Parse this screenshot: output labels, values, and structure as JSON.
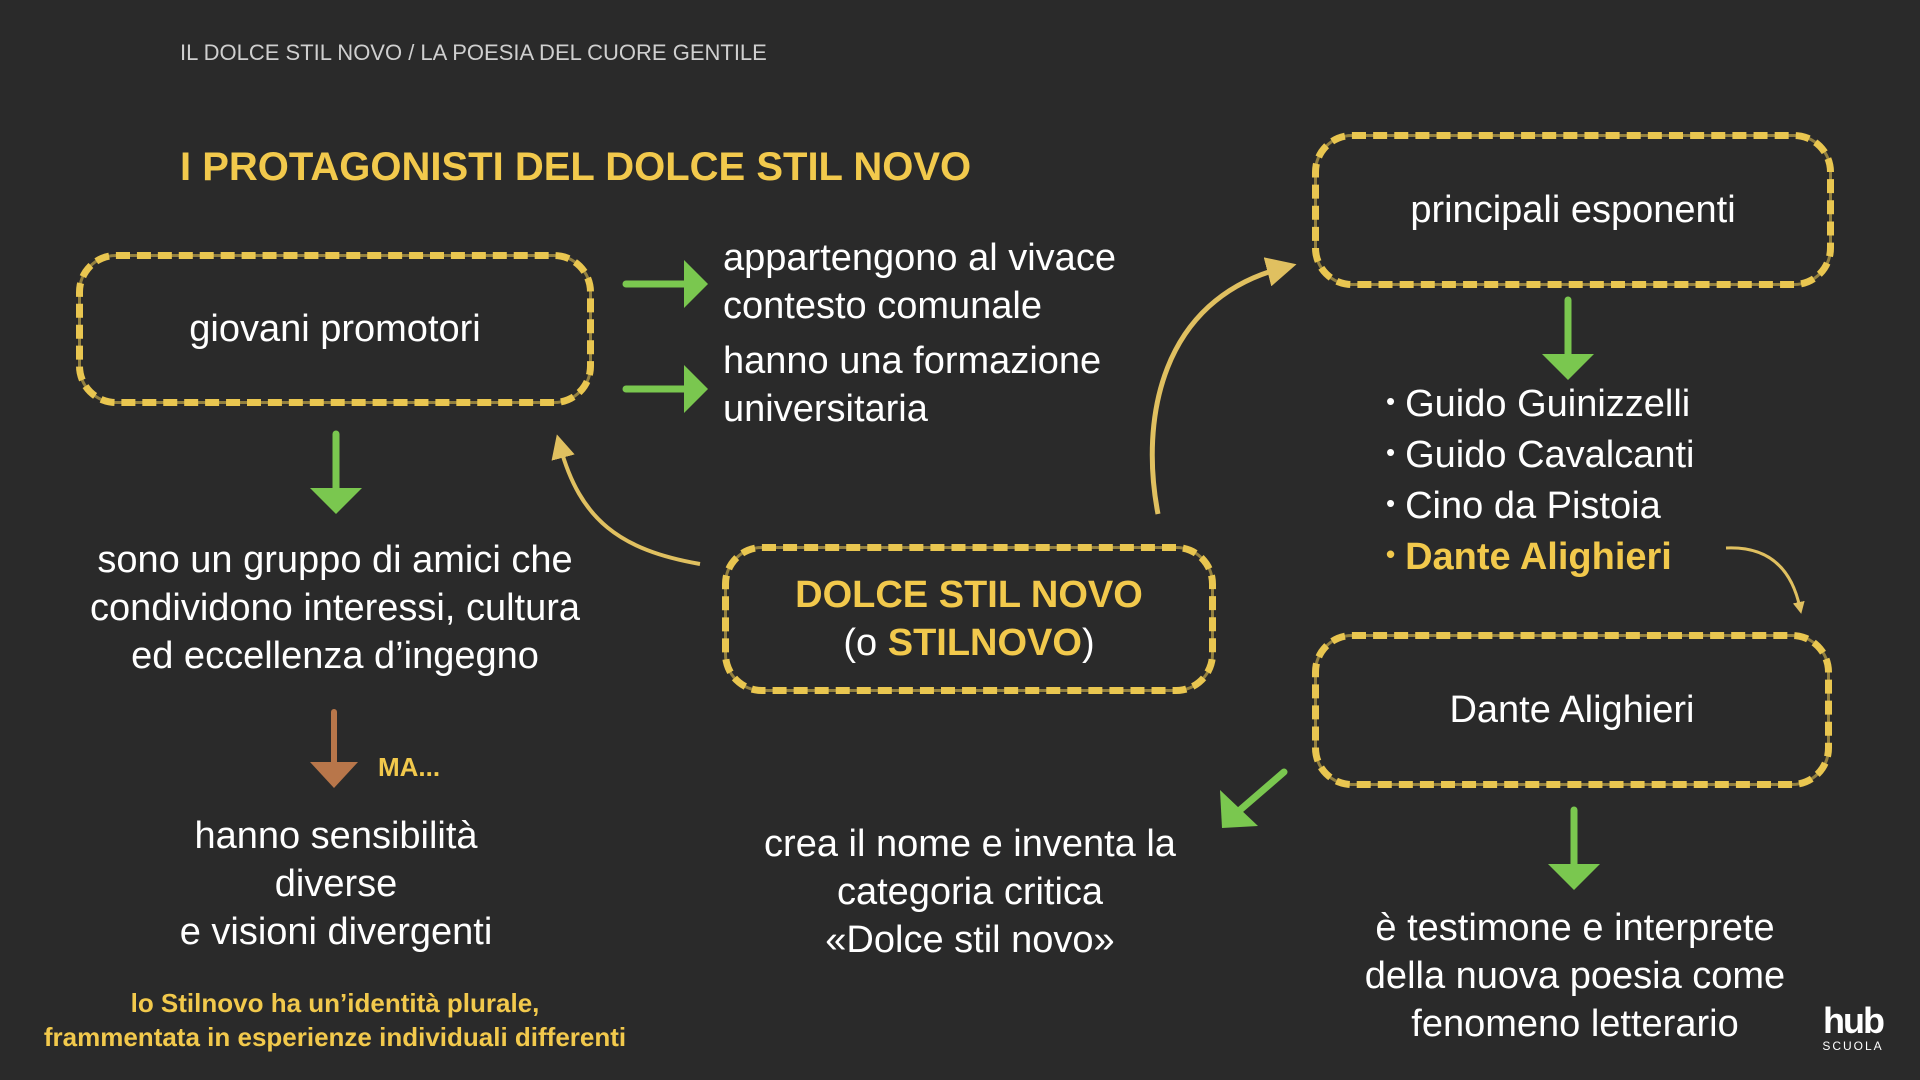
{
  "header": {
    "breadcrumb": "IL DOLCE STIL NOVO / LA POESIA DEL CUORE GENTILE",
    "title": "I PROTAGONISTI DEL DOLCE STIL NOVO"
  },
  "left": {
    "box_label": "giovani promotori",
    "point_1": "appartengono al vivace\ncontesto comunale",
    "point_2": "hanno una formazione\nuniversitaria",
    "description": "sono un gruppo di amici che\ncondividono interessi, cultura\ned eccellenza d’ingegno",
    "ma_label": "MA...",
    "contrast": "hanno sensibilità\ndiverse\ne visioni divergenti",
    "footnote": "lo Stilnovo ha un’identità plurale,\nframmentata in esperienze individuali differenti"
  },
  "center": {
    "box_line1": "DOLCE STIL NOVO",
    "box_line2_prefix": "(o ",
    "box_line2_bold": "STILNOVO",
    "box_line2_suffix": ")",
    "dante_role": "crea il nome e inventa la\ncategoria critica\n«Dolce stil novo»"
  },
  "right": {
    "box_exponents": "principali esponenti",
    "names": [
      "Guido Guinizzelli",
      "Guido Cavalcanti",
      "Cino da Pistoia",
      "Dante Alighieri"
    ],
    "box_dante": "Dante Alighieri",
    "dante_testimony": "è testimone e interprete\ndella nuova poesia come\nfenomeno letterario"
  },
  "logo": {
    "main": "hub",
    "sub": "SCUOLA"
  },
  "colors": {
    "background": "#2a2a2a",
    "accent_yellow": "#f2c94c",
    "box_border": "#e9c650",
    "arrow_green": "#7ac74f",
    "arrow_brown": "#b8764a",
    "arrow_yellow": "#e0c060"
  }
}
